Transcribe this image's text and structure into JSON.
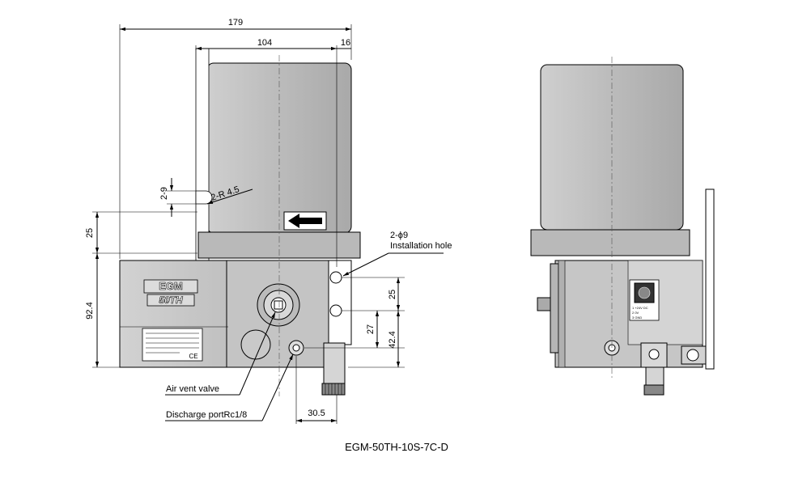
{
  "dimensions": {
    "overall_width": "179",
    "handle_width": "104",
    "side_offset": "16",
    "slot_width": "2-9",
    "slot_radius": "2-R 4.5",
    "slot_height": "25",
    "base_height": "92.4",
    "hole_pitch": "25",
    "hole_offset": "27",
    "port_height": "42.4",
    "port_offset": "30.5"
  },
  "callouts": {
    "install_hole_qty": "2-ϕ9",
    "install_hole_label": "Installation hole",
    "air_vent": "Air vent valve",
    "discharge_port": "Discharge portRc1/8"
  },
  "unit": {
    "brand_line1": "EGM",
    "brand_line2": "50TH",
    "mark": "CE",
    "terminal_1": "1 +24V DC",
    "terminal_2": "2 0V",
    "terminal_3": "3 GND"
  },
  "model_name": "EGM-50TH-10S-7C-D"
}
